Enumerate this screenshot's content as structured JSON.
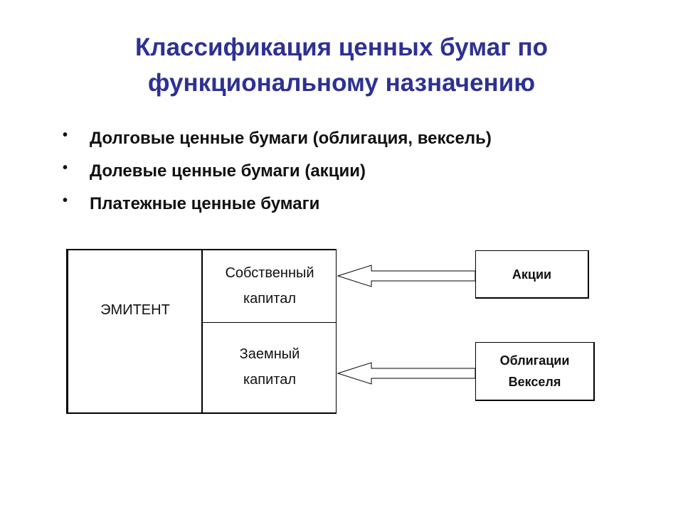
{
  "title": {
    "line1": "Классификация ценных бумаг по",
    "line2": "функциональному назначению"
  },
  "bullets": [
    "Долговые ценные бумаги (облигация, вексель)",
    "Долевые ценные бумаги (акции)",
    "Платежные ценные бумаги"
  ],
  "diagram": {
    "emitter": "ЭМИТЕНТ",
    "equity": {
      "line1": "Собственный",
      "line2": "капитал"
    },
    "debt": {
      "line1": "Заемный",
      "line2": "капитал"
    },
    "shares": "Акции",
    "bonds": {
      "line1": "Облигации",
      "line2": "Векселя"
    }
  },
  "colors": {
    "title": "#2e3192",
    "text": "#111111",
    "lines": "#000000"
  }
}
